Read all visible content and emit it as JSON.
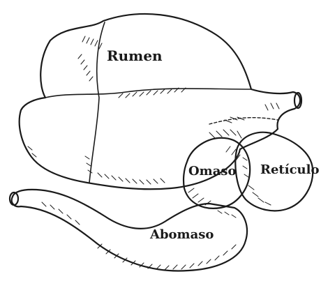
{
  "diagram": {
    "labels": {
      "rumen": "Rumen",
      "omaso": "Omaso",
      "reticulo": "Retículo",
      "abomaso": "Abomaso"
    },
    "colors": {
      "ink": "#1a1a1a",
      "background": "#ffffff"
    }
  }
}
